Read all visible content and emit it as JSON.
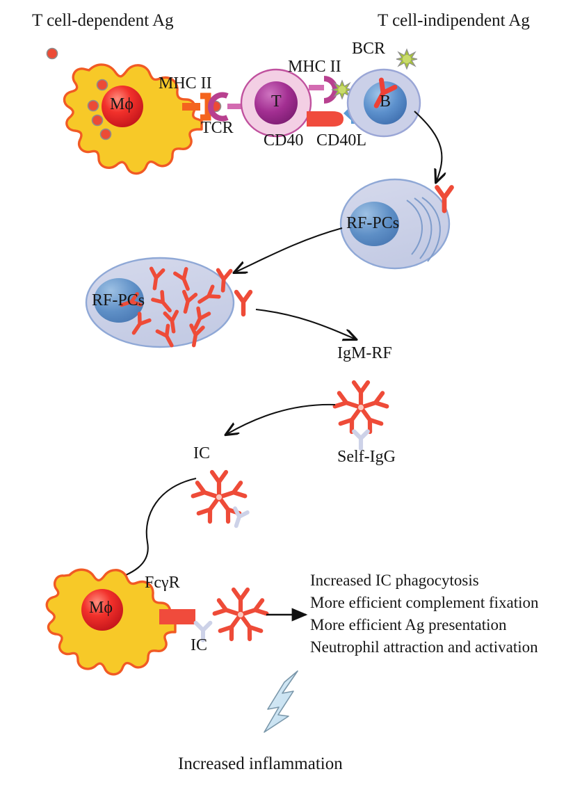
{
  "figure": {
    "type": "immunology-pathway-diagram",
    "title_top_left": "T cell-dependent Ag",
    "title_top_right": "T cell-indipendent Ag"
  },
  "labels": {
    "mhc2_left": "MHC II",
    "mhc2_right": "MHC II",
    "tcr": "TCR",
    "cd40": "CD40",
    "cd40l": "CD40L",
    "bcr": "BCR",
    "macrophage_top": "Mϕ",
    "tcell": "T",
    "bcell": "B",
    "rfpc_upper": "RF-PCs",
    "rfpc_lower": "RF-PCs",
    "igm_rf": "IgM-RF",
    "self_igg": "Self-IgG",
    "ic_upper": "IC",
    "ic_lower": "IC",
    "fcgr": "FcγR",
    "macrophage_bottom": "Mϕ",
    "inflammation": "Increased inflammation"
  },
  "outcomes": [
    "Increased IC phagocytosis",
    "More efficient complement fixation",
    "More efficient Ag presentation",
    "Neutrophil attraction and activation"
  ],
  "colors": {
    "macrophage_fill": "#F7C928",
    "macrophage_stroke": "#F15A24",
    "nucleus_red": "#E8252A",
    "antigen_dot": "#EC4B36",
    "tcell_membrane": "#F3CFE4",
    "tcell_stroke": "#C0519E",
    "tcell_nucleus": "#A83291",
    "bcell_membrane": "#CBD0E8",
    "bcell_stroke": "#9AA6D6",
    "bcell_nucleus": "#5B8FCB",
    "plasma_cell_fill": "#CFD4EA",
    "plasma_cell_stroke": "#8FA8D6",
    "plasma_nucleus": "#5E8FC6",
    "antibody_red": "#EE4B38",
    "self_igg_lavender": "#CDD2E8",
    "cd40_red": "#F04B3C",
    "cd40l_blue": "#5B9BD5",
    "mhc2_orange": "#F4641E",
    "bcr_red": "#EE4136",
    "green_antigen": "#A8C33A",
    "lightning_fill": "#CFE5F2",
    "lightning_stroke": "#7A97AA",
    "arrow_black": "#111111",
    "text": "#161616",
    "background": "#FFFFFF"
  },
  "icons": {
    "antibody": "y-antibody-icon",
    "igm_pentamer": "igm-pentamer-star-icon",
    "lightning": "lightning-bolt-icon",
    "arrow": "curved-arrow-icon"
  }
}
